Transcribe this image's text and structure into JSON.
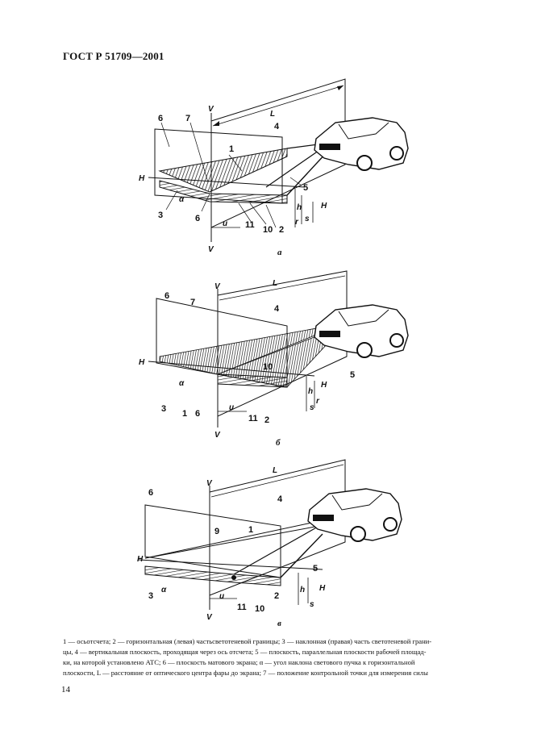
{
  "header": {
    "standard": "ГОСТ Р 51709—2001"
  },
  "figures": {
    "a": {
      "letter": "а",
      "labels": {
        "l1": "1",
        "l2": "2",
        "l3": "3",
        "l4": "4",
        "l5": "5",
        "l6": "6",
        "l6b": "6",
        "l7": "7",
        "l10": "10",
        "l11": "11",
        "V": "V",
        "Vb": "V",
        "H": "H",
        "Hr": "H",
        "L": "L",
        "u": "u",
        "alpha": "α",
        "h": "h",
        "s": "s",
        "r": "r"
      }
    },
    "b": {
      "letter": "б",
      "labels": {
        "l1": "1",
        "l2": "2",
        "l3": "3",
        "l4": "4",
        "l5": "5",
        "l6": "6",
        "l6b": "6",
        "l7": "7",
        "l10": "10",
        "l11": "11",
        "V": "V",
        "Vb": "V",
        "H": "H",
        "Hr": "H",
        "L": "L",
        "u": "u",
        "alpha": "α",
        "h": "h",
        "s": "s",
        "r": "r"
      }
    },
    "v": {
      "letter": "в",
      "labels": {
        "l1": "1",
        "l2": "2",
        "l3": "3",
        "l4": "4",
        "l5": "5",
        "l6": "6",
        "l9": "9",
        "l10": "10",
        "l11": "11",
        "V": "V",
        "Vb": "V",
        "H": "H",
        "Hr": "H",
        "L": "L",
        "u": "u",
        "alpha": "α",
        "h": "h",
        "s": "s"
      }
    }
  },
  "caption": {
    "parts": [
      "1 — осьотсчета; 2 — горизонтальная (левая) частьсветотеневой границы; 3 — наклонная (правая) часть светотеневой грани-",
      "цы, 4 — вертикальная плоскость, проходящая через ось отсчета; 5 — плоскость, параллельная плоскости рабочей площад-",
      "ки, на которой установлено АТС; 6 — плоскость матового экрана; α — угол наклона светового пучка к горизонтальной",
      "плоскости, L — расстояние от оптического центра фары до экрана; 7 — положение контрольной точки для измерения силы"
    ]
  },
  "page_number": "14"
}
